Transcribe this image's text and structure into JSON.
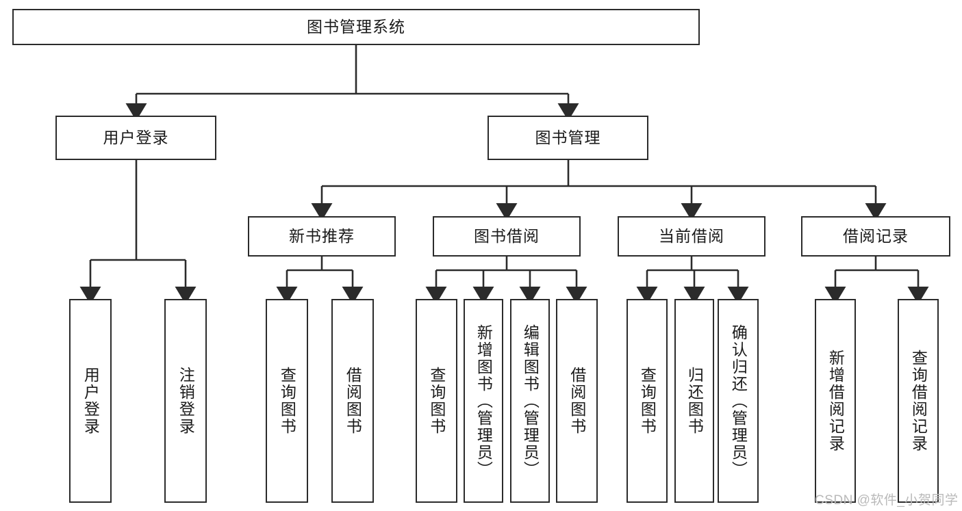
{
  "diagram": {
    "title": "图书管理系统",
    "type": "tree-hierarchy",
    "watermark": "CSDN @软件_小贺同学",
    "colors": {
      "stroke": "#2b2b2b",
      "fill": "#ffffff",
      "text": "#1a1a1a",
      "watermark": "#b9b9b9"
    },
    "levels": {
      "root": [
        "图书管理系统"
      ],
      "level2": [
        "用户登录",
        "图书管理"
      ],
      "level3": [
        "新书推荐",
        "图书借阅",
        "当前借阅",
        "借阅记录"
      ],
      "leaves": [
        "用户登录",
        "注销登录",
        "查询图书",
        "借阅图书",
        "查询图书",
        "新增图书（管理员）",
        "编辑图书（管理员）",
        "借阅图书",
        "查询图书",
        "归还图书",
        "确认归还（管理员）",
        "新增借阅记录",
        "查询借阅记录"
      ]
    },
    "nodes": {
      "root": {
        "label": "图书管理系统"
      },
      "user_login": {
        "label": "用户登录"
      },
      "book_manage": {
        "label": "图书管理"
      },
      "new_book_rec": {
        "label": "新书推荐"
      },
      "book_borrow": {
        "label": "图书借阅"
      },
      "current_borrow": {
        "label": "当前借阅"
      },
      "borrow_record": {
        "label": "借阅记录"
      },
      "leaf_user_login": {
        "label": "用户登录"
      },
      "leaf_logout": {
        "label": "注销登录"
      },
      "leaf_query_book_1": {
        "label": "查询图书"
      },
      "leaf_borrow_book_1": {
        "label": "借阅图书"
      },
      "leaf_query_book_2": {
        "label": "查询图书"
      },
      "leaf_add_book_admin": {
        "label": "新增图书（管理员）"
      },
      "leaf_edit_book_admin": {
        "label": "编辑图书（管理员）"
      },
      "leaf_borrow_book_2": {
        "label": "借阅图书"
      },
      "leaf_query_book_3": {
        "label": "查询图书"
      },
      "leaf_return_book": {
        "label": "归还图书"
      },
      "leaf_confirm_return_admin": {
        "label": "确认归还（管理员）"
      },
      "leaf_add_record": {
        "label": "新增借阅记录"
      },
      "leaf_query_record": {
        "label": "查询借阅记录"
      }
    }
  }
}
